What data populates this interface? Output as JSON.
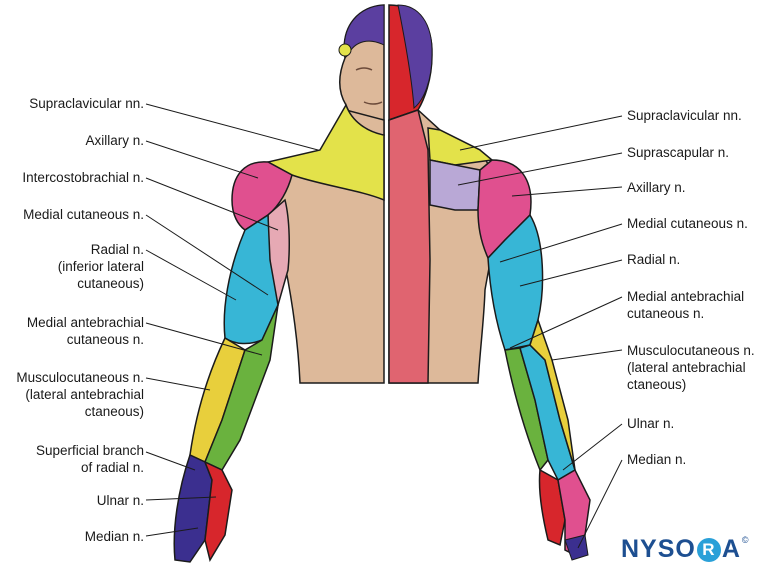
{
  "labels_left": [
    {
      "id": "l-supraclav",
      "lines": [
        "Supraclavicular nn."
      ]
    },
    {
      "id": "l-axillary",
      "lines": [
        "Axillary n."
      ]
    },
    {
      "id": "l-intercosto",
      "lines": [
        "Intercostobrachial n."
      ]
    },
    {
      "id": "l-medcut",
      "lines": [
        "Medial cutaneous n."
      ]
    },
    {
      "id": "l-radial",
      "lines": [
        "Radial n.",
        "(inferior lateral",
        "cutaneous)"
      ]
    },
    {
      "id": "l-medante",
      "lines": [
        "Medial antebrachial",
        "cutaneous n."
      ]
    },
    {
      "id": "l-musculo",
      "lines": [
        "Musculocutaneous n.",
        "(lateral antebrachial",
        "ctaneous)"
      ]
    },
    {
      "id": "l-superficial",
      "lines": [
        "Superficial branch",
        "of radial n."
      ]
    },
    {
      "id": "l-ulnar",
      "lines": [
        "Ulnar n."
      ]
    },
    {
      "id": "l-median",
      "lines": [
        "Median n."
      ]
    }
  ],
  "labels_right": [
    {
      "id": "r-supraclav",
      "lines": [
        "Supraclavicular nn."
      ]
    },
    {
      "id": "r-suprascap",
      "lines": [
        "Suprascapular n."
      ]
    },
    {
      "id": "r-axillary",
      "lines": [
        "Axillary n."
      ]
    },
    {
      "id": "r-medcut",
      "lines": [
        "Medial cutaneous n."
      ]
    },
    {
      "id": "r-radial",
      "lines": [
        "Radial n."
      ]
    },
    {
      "id": "r-medante",
      "lines": [
        "Medial antebrachial",
        "cutaneous n."
      ]
    },
    {
      "id": "r-musculo",
      "lines": [
        "Musculocutaneous n.",
        "(lateral antebrachial",
        "ctaneous)"
      ]
    },
    {
      "id": "r-ulnar",
      "lines": [
        "Ulnar n."
      ]
    },
    {
      "id": "r-median",
      "lines": [
        "Median n."
      ]
    }
  ],
  "logo": {
    "pre": "NYSO",
    "ring": "R",
    "post": "A",
    "mark": "©"
  },
  "colors": {
    "skin": "#ddb99a",
    "skin_dark": "#c49a7a",
    "supraclavicular": "#e3e24a",
    "axillary": "#e0508f",
    "radial": "#37b6d6",
    "medial_cutaneous": "#e6a9b4",
    "musculocutaneous": "#e8cf3c",
    "radial_forearm": "#6ab23e",
    "ulnar": "#d7262c",
    "median": "#3b2f8f",
    "suprascapular": "#b9a8d6",
    "spinal": "#e06470",
    "head_top": "#5b3fa0",
    "outline": "#1b1b1b"
  }
}
